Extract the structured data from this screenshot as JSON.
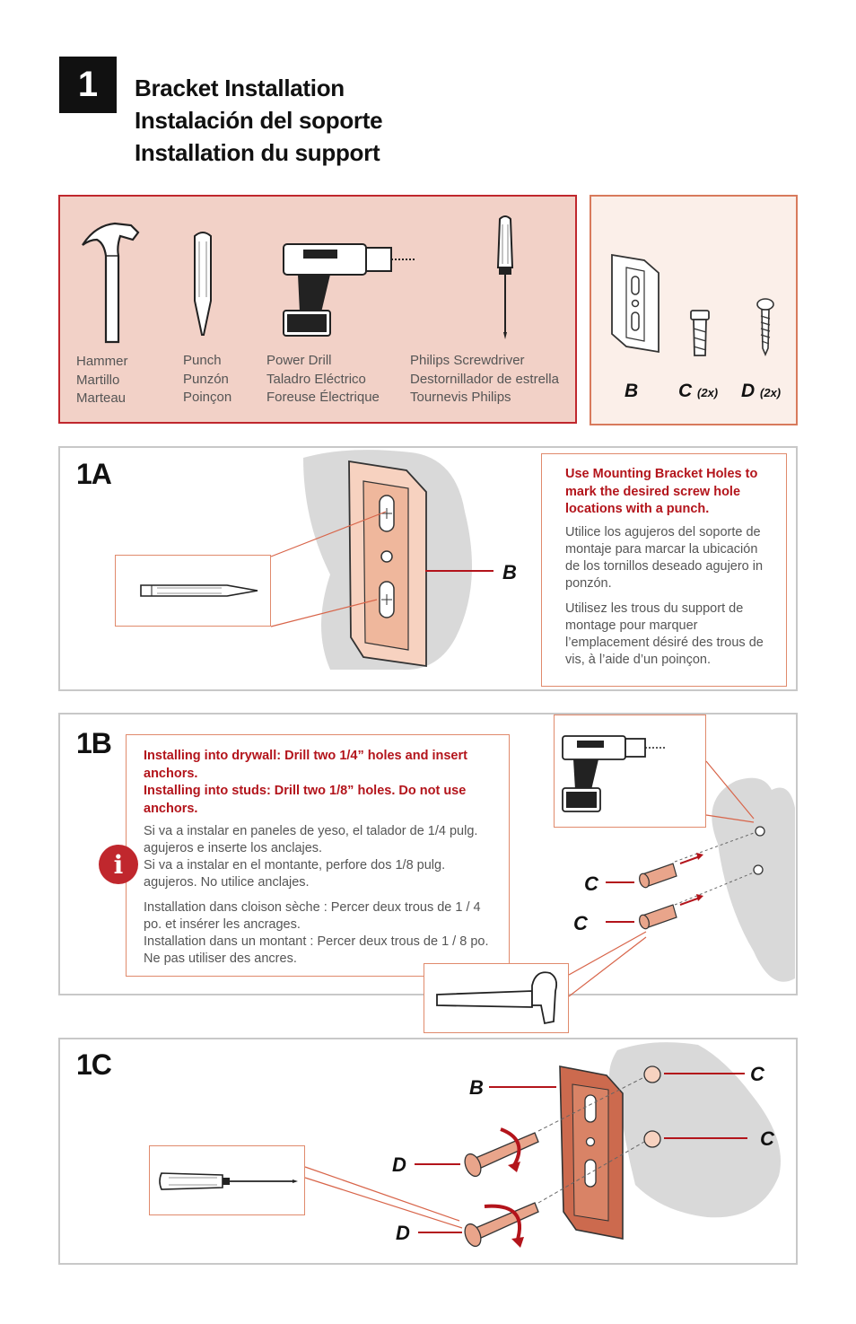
{
  "step": {
    "number": "1",
    "titles": [
      "Bracket Installation",
      "Instalación del soporte",
      "Installation du support"
    ]
  },
  "tools": [
    {
      "name": "hammer",
      "lines": [
        "Hammer",
        "Martillo",
        "Marteau"
      ]
    },
    {
      "name": "punch",
      "lines": [
        "Punch",
        "Punzón",
        "Poinçon"
      ]
    },
    {
      "name": "power-drill",
      "lines": [
        "Power Drill",
        "Taladro Eléctrico",
        "Foreuse Électrique"
      ]
    },
    {
      "name": "screwdriver",
      "lines": [
        "Philips Screwdriver",
        "Destornillador de estrella",
        "Tournevis Philips"
      ]
    }
  ],
  "parts": [
    {
      "letter": "B",
      "qty": ""
    },
    {
      "letter": "C",
      "qty": "(2x)"
    },
    {
      "letter": "D",
      "qty": "(2x)"
    }
  ],
  "step1a": {
    "label": "1A",
    "part_label": "B",
    "instruction_en": "Use Mounting Bracket Holes to mark the desired screw hole locations with a punch.",
    "instruction_es": "Utilice los agujeros del soporte de montaje para marcar la ubicación de los tornillos deseado agujero in ponzón.",
    "instruction_fr": "Utilisez les trous du support de montage pour marquer l’emplacement désiré des trous de vis, à l’aide d’un  poinçon."
  },
  "step1b": {
    "label": "1B",
    "info_icon": "info-icon",
    "instruction_en_1": "Installing  into drywall:  Drill two 1/4” holes and insert anchors.",
    "instruction_en_2": "Installing into studs:  Drill two 1/8” holes. Do not use anchors.",
    "instruction_es": "Si va a instalar en paneles de yeso, el talador de 1/4 pulg. agujeros e inserte los anclajes.\nSi va a instalar en el montante, perfore dos 1/8 pulg. agujeros. No utilice anclajes.",
    "instruction_fr": "Installation dans cloison sèche :  Percer deux trous de 1 / 4 po. et insérer les ancrages.\nInstallation dans un montant :  Percer deux trous de 1 / 8 po. Ne pas utiliser des ancres.",
    "anchor_labels": [
      "C",
      "C"
    ]
  },
  "step1c": {
    "label": "1C",
    "bracket_label": "B",
    "anchor_labels": [
      "C",
      "C"
    ],
    "screw_labels": [
      "D",
      "D"
    ]
  },
  "colors": {
    "accent_red": "#c0272d",
    "bracket": "#e9a58b",
    "wall": "#d9d9d9",
    "tools_bg": "#f2d1c7"
  }
}
